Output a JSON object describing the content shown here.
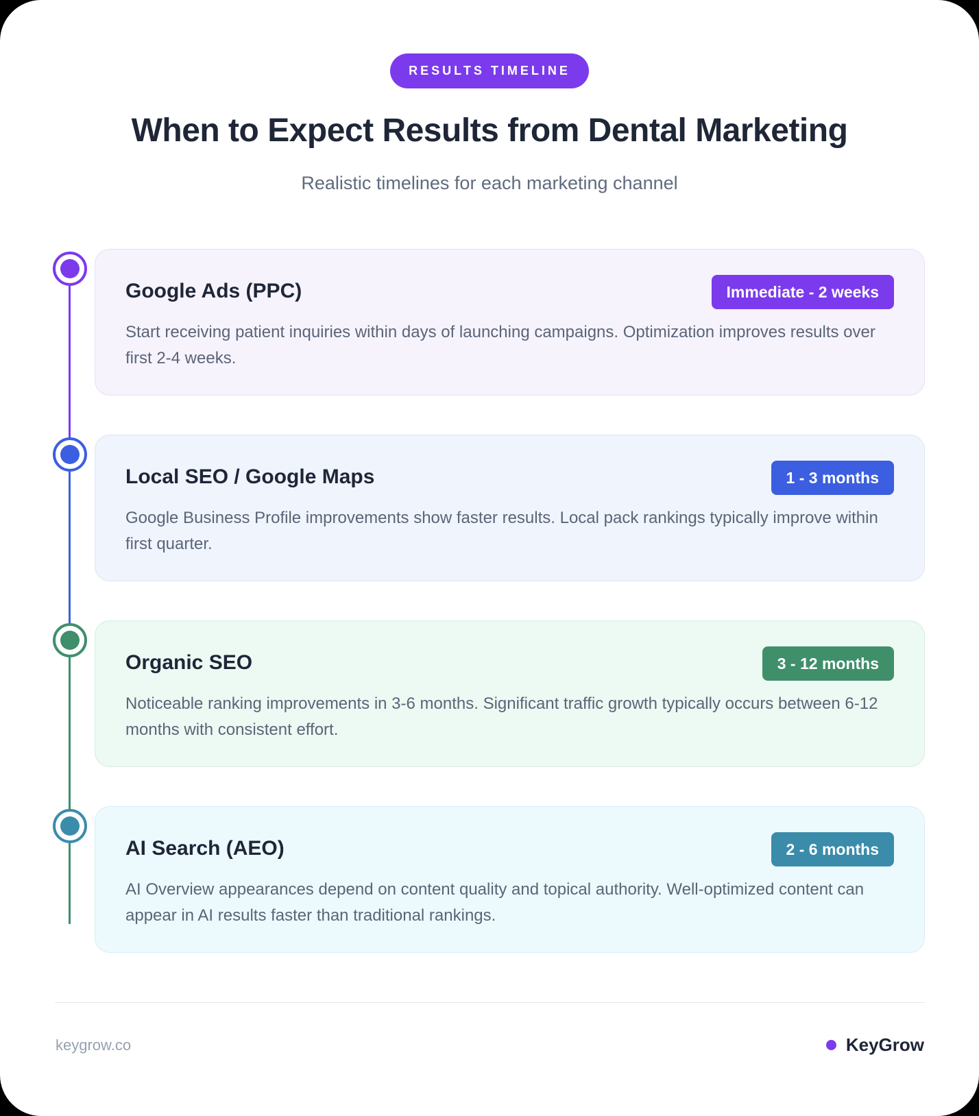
{
  "header": {
    "badge": "RESULTS TIMELINE",
    "title": "When to Expect Results from Dental Marketing",
    "subtitle": "Realistic timelines for each marketing channel"
  },
  "timeline": [
    {
      "title": "Google Ads (PPC)",
      "period": "Immediate - 2 weeks",
      "description": "Start receiving patient inquiries within days of launching campaigns. Optimization improves results over first 2-4 weeks.",
      "color": "#7c3aed",
      "bg": "#f6f3fd",
      "border": "#e6e0f5"
    },
    {
      "title": "Local SEO / Google Maps",
      "period": "1 - 3 months",
      "description": "Google Business Profile improvements show faster results. Local pack rankings typically improve within first quarter.",
      "color": "#3b5fe0",
      "bg": "#f0f4fd",
      "border": "#dde4f4"
    },
    {
      "title": "Organic SEO",
      "period": "3 - 12 months",
      "description": "Noticeable ranking improvements in 3-6 months. Significant traffic growth typically occurs between 6-12 months with consistent effort.",
      "color": "#3f8f6b",
      "bg": "#edf9f3",
      "border": "#d4eedf"
    },
    {
      "title": "AI Search (AEO)",
      "period": "2 - 6 months",
      "description": "AI Overview appearances depend on content quality and topical authority. Well-optimized content can appear in AI results faster than traditional rankings.",
      "color": "#3a8caa",
      "bg": "#edfafd",
      "border": "#d3eef4"
    }
  ],
  "footer": {
    "website": "keygrow.co",
    "brand": "KeyGrow"
  }
}
